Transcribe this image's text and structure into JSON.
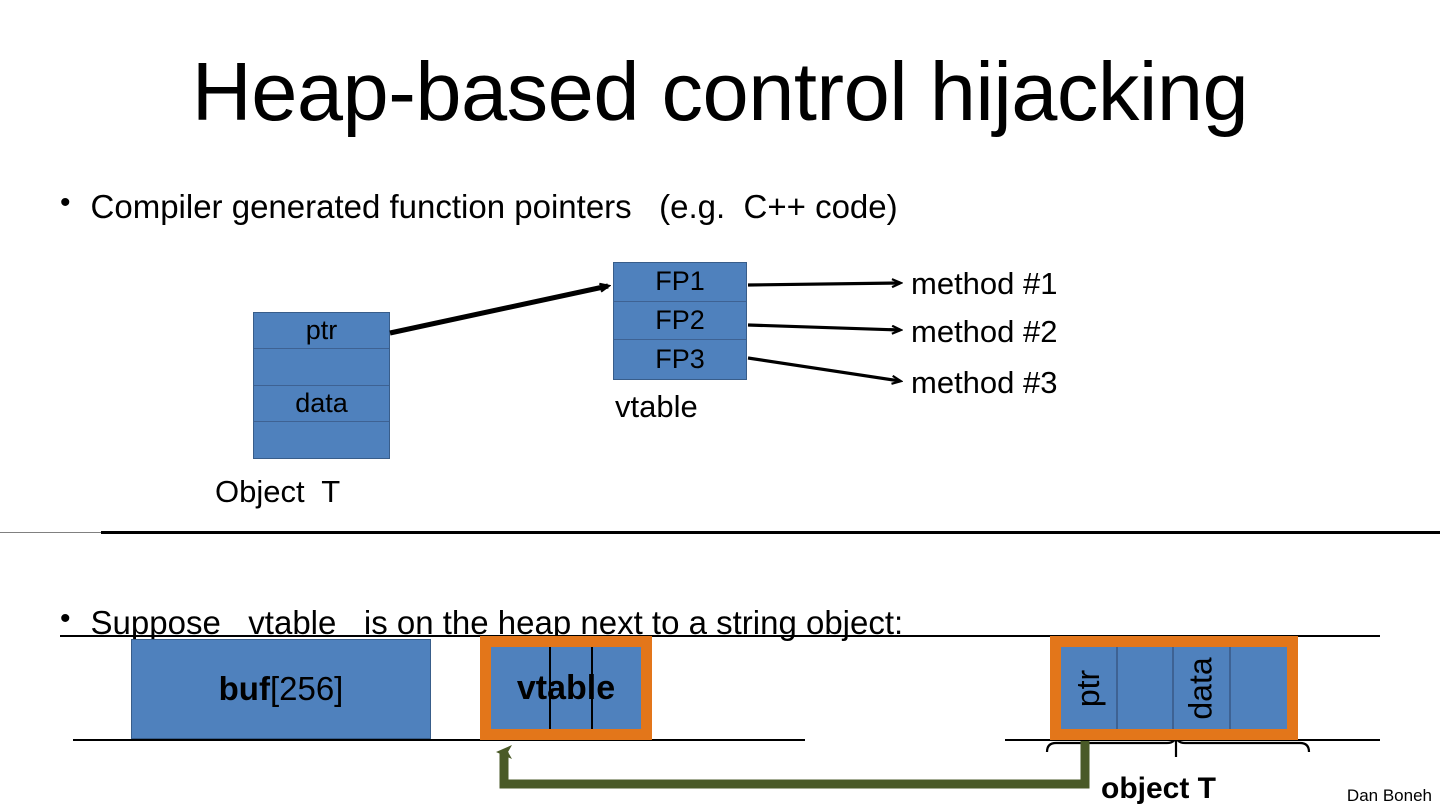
{
  "slide": {
    "title": "Heap-based control hijacking",
    "footer": "Dan Boneh"
  },
  "bullets": [
    {
      "marker": "•",
      "text": "Compiler generated function pointers   (e.g.  C++ code)"
    },
    {
      "marker": "•",
      "text": "Suppose   vtable   is on the heap next to a string object:"
    }
  ],
  "top_diagram": {
    "object": {
      "caption": "Object  T",
      "rows": [
        "ptr",
        "",
        "data",
        ""
      ]
    },
    "vtable": {
      "caption": "vtable",
      "rows": [
        "FP1",
        "FP2",
        "FP3"
      ]
    },
    "methods": [
      "method #1",
      "method #2",
      "method #3"
    ]
  },
  "bottom_diagram": {
    "buf": {
      "name": "buf",
      "size": "[256]"
    },
    "vtable": {
      "label": "vtable",
      "cells": 3
    },
    "object": {
      "caption": "object T",
      "cells": [
        "ptr",
        "",
        "data",
        ""
      ]
    }
  },
  "colors": {
    "cell_fill": "#4F81BD",
    "cell_stroke": "#385D8A",
    "highlight_border": "#E3761A",
    "pointer_arrow": "#4A5A28",
    "text": "#000000",
    "background": "#FFFFFF"
  }
}
